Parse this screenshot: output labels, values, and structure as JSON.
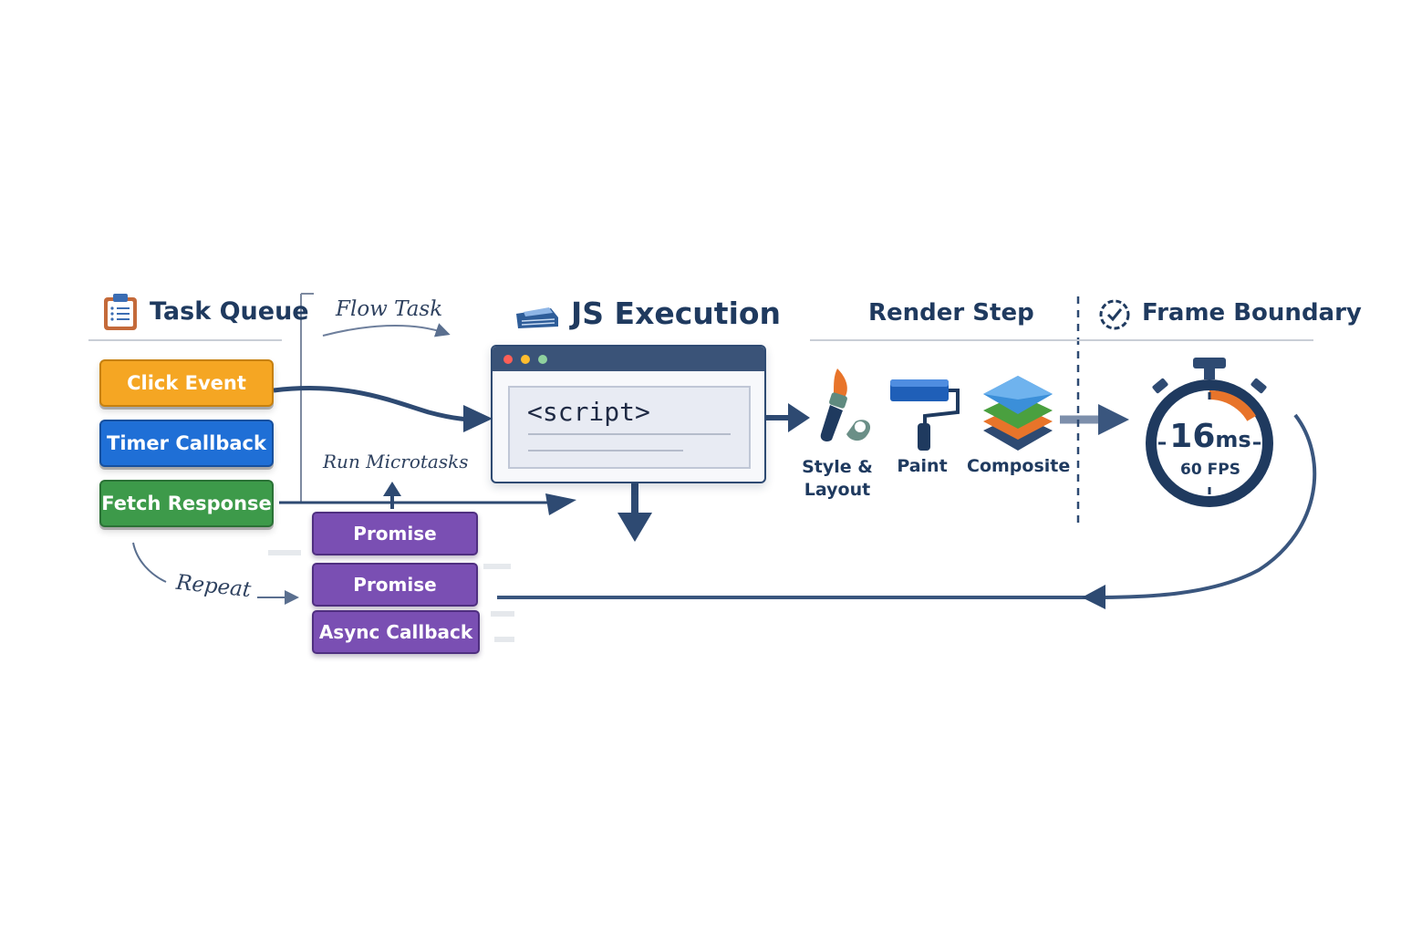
{
  "headings": {
    "task_queue": "Task Queue",
    "js_execution": "JS Execution",
    "render_step": "Render Step",
    "frame_boundary": "Frame Boundary"
  },
  "tasks": [
    {
      "label": "Click Event",
      "color": "#f5a623"
    },
    {
      "label": "Timer Callback",
      "color": "#1f6fd6"
    },
    {
      "label": "Fetch Response",
      "color": "#3d9a4a"
    }
  ],
  "annotations": {
    "flow_task": "Flow Task",
    "run_microtasks": "Run Microtasks",
    "repeat": "Repeat"
  },
  "microtasks": [
    {
      "label": "Promise"
    },
    {
      "label": "Promise"
    },
    {
      "label": "Async Callback"
    }
  ],
  "code_window": {
    "code": "<script>"
  },
  "render_steps": [
    {
      "label": "Style &",
      "label2": "Layout",
      "icon": "brush-icon"
    },
    {
      "label": "Paint",
      "icon": "paint-roller-icon"
    },
    {
      "label": "Composite",
      "icon": "layers-icon"
    }
  ],
  "timer": {
    "value": "16",
    "unit": "ms",
    "fps": "60 FPS"
  },
  "colors": {
    "navy": "#1f3a5f",
    "arrow": "#2e4a72",
    "purple": "#7a4fb3",
    "orange_accent": "#e8742a"
  }
}
